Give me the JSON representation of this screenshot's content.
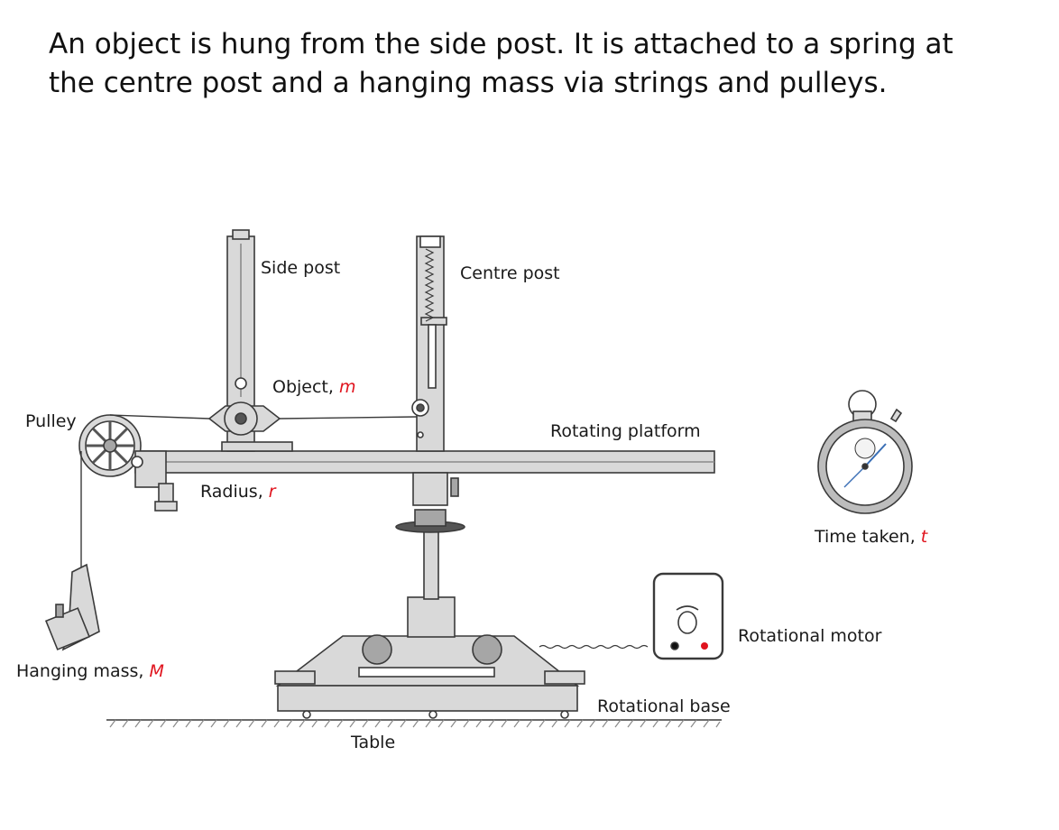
{
  "heading": {
    "line1": "An object is hung from the side post. It is attached to a spring at",
    "line2": "the centre post and a hanging mass via strings and pulleys."
  },
  "labels": {
    "side_post": "Side post",
    "centre_post": "Centre post",
    "object": {
      "text": "Object, ",
      "var": "m"
    },
    "pulley": "Pulley",
    "rotating_platform": "Rotating platform",
    "radius": {
      "text": "Radius, ",
      "var": "r"
    },
    "time_taken": {
      "text": "Time taken, ",
      "var": "t"
    },
    "rotational_motor": "Rotational motor",
    "hanging_mass": {
      "text": "Hanging mass, ",
      "var": "M"
    },
    "rotational_base": "Rotational base",
    "table": "Table"
  },
  "colors": {
    "metal_fill": "#d9d9d9",
    "metal_dark": "#a6a6a6",
    "outline": "#3a3a3a",
    "variable_red": "#e0141e",
    "indicator_red": "#e0141e"
  },
  "icons": [
    "stopwatch-icon",
    "motor-switch-icon",
    "pulley-wheel-icon",
    "spring-icon"
  ]
}
